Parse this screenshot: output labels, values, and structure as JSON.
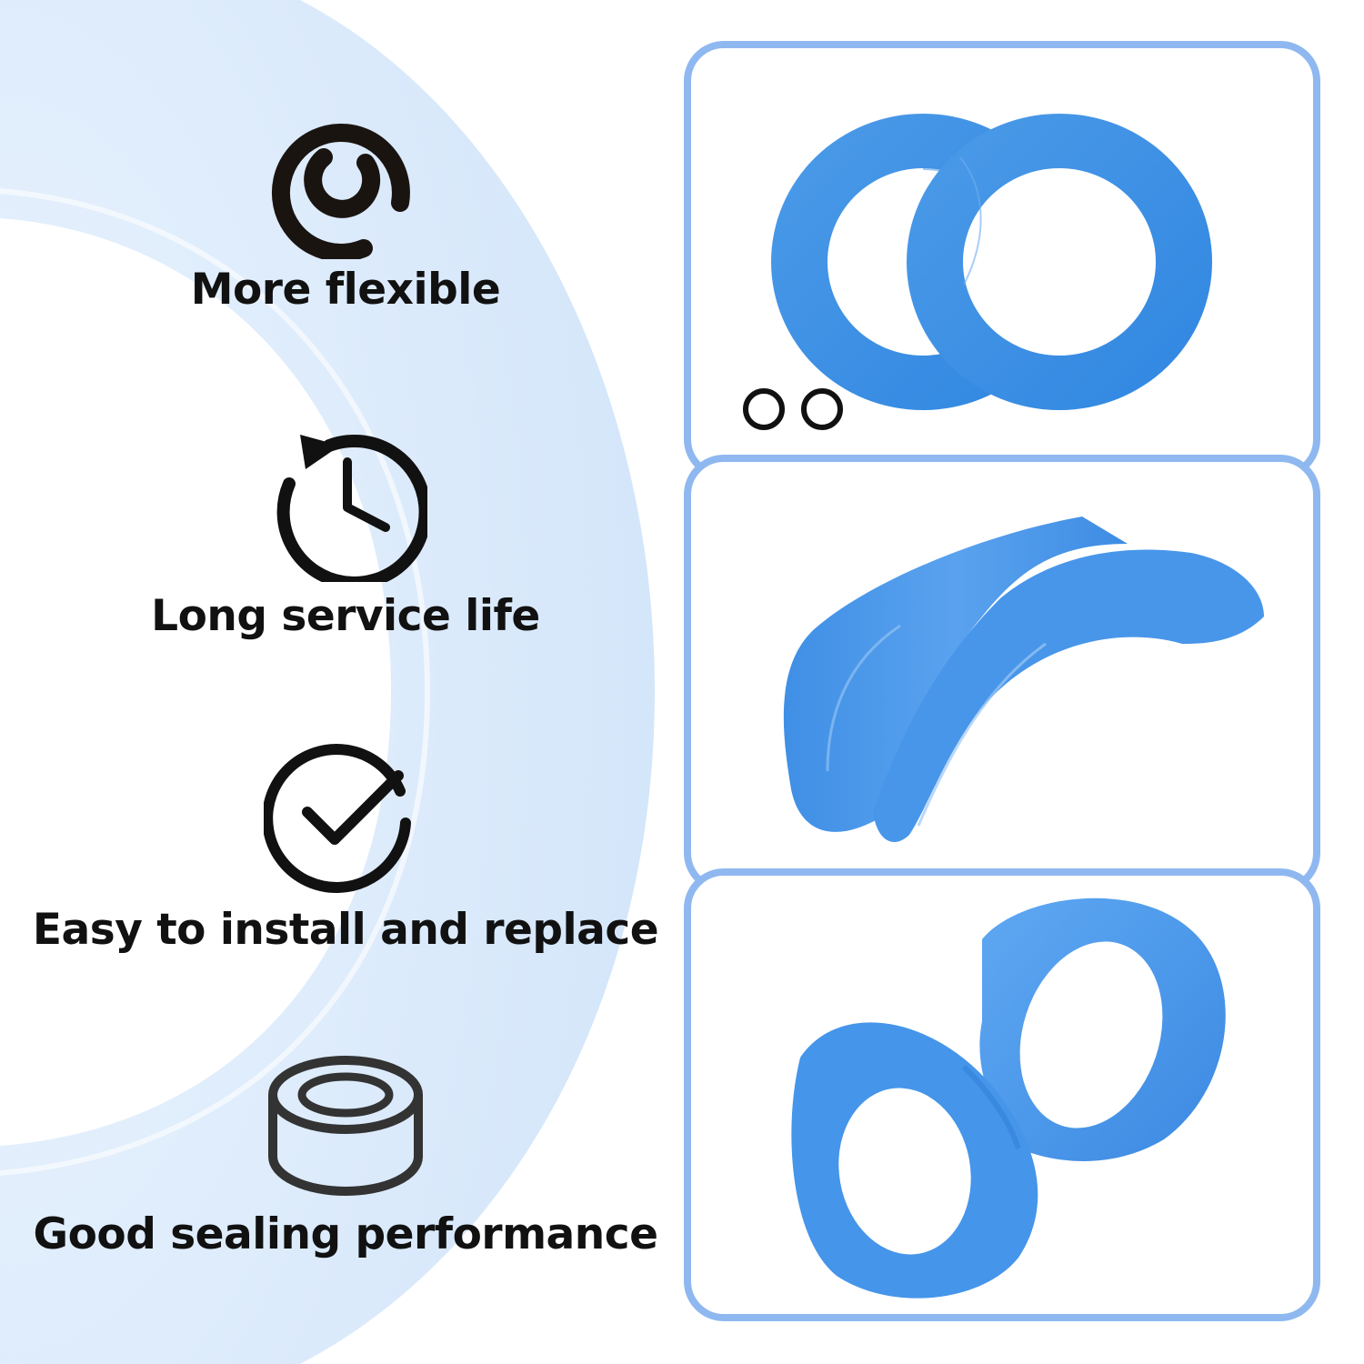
{
  "colors": {
    "accent_border": "#8fb8f0",
    "background_tint": "#dbe9fb",
    "seal_blue": "#3f8fe6",
    "seal_blue_light": "#6aaef0",
    "icon_dark": "#1a1411",
    "text": "#111111"
  },
  "features": [
    {
      "icon": "flexible-swirl-icon",
      "label": "More flexible"
    },
    {
      "icon": "clock-history-icon",
      "label": "Long service life"
    },
    {
      "icon": "checkmark-circle-icon",
      "label": "Easy to install and replace"
    },
    {
      "icon": "seal-ring-icon",
      "label": "Good sealing performance"
    }
  ],
  "panels": [
    {
      "name": "two-flat-seals-with-o-rings"
    },
    {
      "name": "bent-seal"
    },
    {
      "name": "twisted-seal"
    }
  ]
}
